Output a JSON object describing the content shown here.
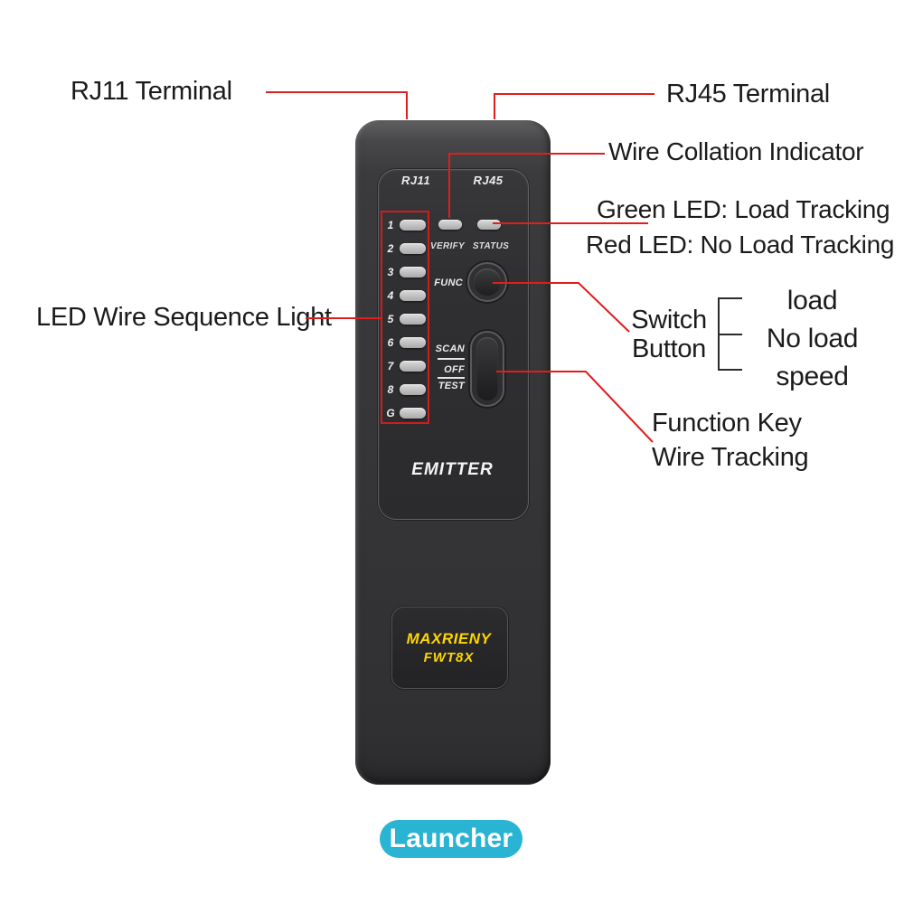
{
  "annotations": {
    "rj11_terminal": "RJ11 Terminal",
    "rj45_terminal": "RJ45 Terminal",
    "wire_collation_indicator": "Wire Collation Indicator",
    "green_led": "Green LED: Load Tracking",
    "red_led": "Red LED: No Load Tracking",
    "led_wire_sequence": "LED Wire Sequence Light",
    "switch_button": {
      "line1": "Switch",
      "line2": "Button"
    },
    "switch_options": [
      "load",
      "No load",
      "speed"
    ],
    "function_key": {
      "line1": "Function Key",
      "line2": "Wire Tracking"
    },
    "launcher_badge": "Launcher"
  },
  "device": {
    "jack_labels": [
      "RJ11",
      "RJ45"
    ],
    "led_numbers": [
      "1",
      "2",
      "3",
      "4",
      "5",
      "6",
      "7",
      "8",
      "G"
    ],
    "indicator_labels": [
      "VERIFY",
      "STATUS"
    ],
    "func_label": "FUNC",
    "switch_positions": [
      "SCAN",
      "OFF",
      "TEST"
    ],
    "emitter_label": "EMITTER",
    "brand": "MAXRIENY",
    "model": "FWT8X"
  },
  "colors": {
    "annotation_red": "#e11d1d",
    "bracket_black": "#2b2b2b",
    "launcher_bg": "#2ab4d4",
    "brand_yellow": "#fed601",
    "led_off_gray": "#c9c9c9",
    "device_body": "#353537"
  }
}
